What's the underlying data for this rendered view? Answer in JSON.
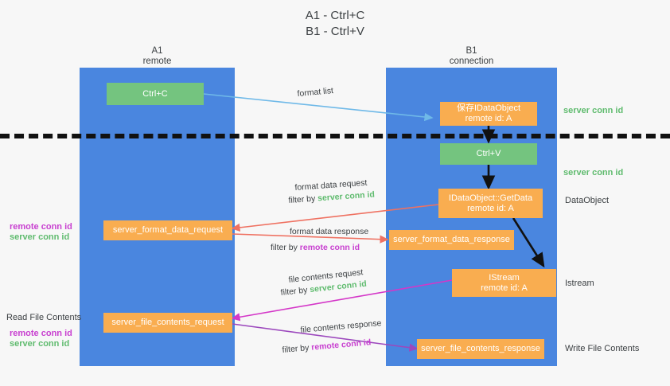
{
  "title": {
    "line1": "A1 - Ctrl+C",
    "line2": "B1 - Ctrl+V"
  },
  "lanes": [
    {
      "name": "A1",
      "sub": "remote"
    },
    {
      "name": "B1",
      "sub": "connection"
    }
  ],
  "boxes": {
    "ctrl_c": "Ctrl+C",
    "ctrl_v": "Ctrl+V",
    "save_idataobject_l1": "保存IDataObject",
    "save_idataobject_l2": "remote id: A",
    "getdata_l1": "IDataObject::GetData",
    "getdata_l2": "remote id: A",
    "istream_l1": "IStream",
    "istream_l2": "remote id: A",
    "server_format_data_request": "server_format_data_request",
    "server_format_data_response": "server_format_data_response",
    "server_file_contents_request": "server_file_contents_request",
    "server_file_contents_response": "server_file_contents_response"
  },
  "annotations": {
    "format_list": "format list",
    "format_data_request": "format data request",
    "format_data_request_filter_prefix": "filter by ",
    "format_data_request_filter_kw": "server conn id",
    "format_data_response": "format data response",
    "format_data_response_filter_prefix": "filter by ",
    "format_data_response_filter_kw": "remote conn id",
    "file_contents_request": "file contents request",
    "file_contents_request_filter_prefix": "filter by ",
    "file_contents_request_filter_kw": "server conn id",
    "file_contents_response": "file contents response",
    "file_contents_response_filter_prefix": "filter by ",
    "file_contents_response_filter_kw": "remote conn id"
  },
  "left_labels": {
    "remote_conn_id_1": "remote conn id",
    "server_conn_id_1": "server conn id",
    "read_file_contents": "Read File Contents",
    "remote_conn_id_2": "remote conn id",
    "server_conn_id_2": "server conn id"
  },
  "right_labels": {
    "server_conn_id_1": "server conn id",
    "server_conn_id_2": "server conn id",
    "dataobject": "DataObject",
    "istream": "Istream",
    "write_file_contents": "Write File Contents"
  },
  "colors": {
    "lane": "#4a86df",
    "green_box": "#74c47f",
    "orange_box": "#f9ad50",
    "server_conn_id": "#5fbb6e",
    "remote_conn_id": "#c840d0",
    "arrow_blue": "#6fb9e8",
    "arrow_red": "#ef7161",
    "arrow_magenta": "#d437c8",
    "arrow_purple": "#9c48bd",
    "arrow_black": "#111111",
    "text": "#3c4043",
    "background": "#f7f7f7"
  }
}
